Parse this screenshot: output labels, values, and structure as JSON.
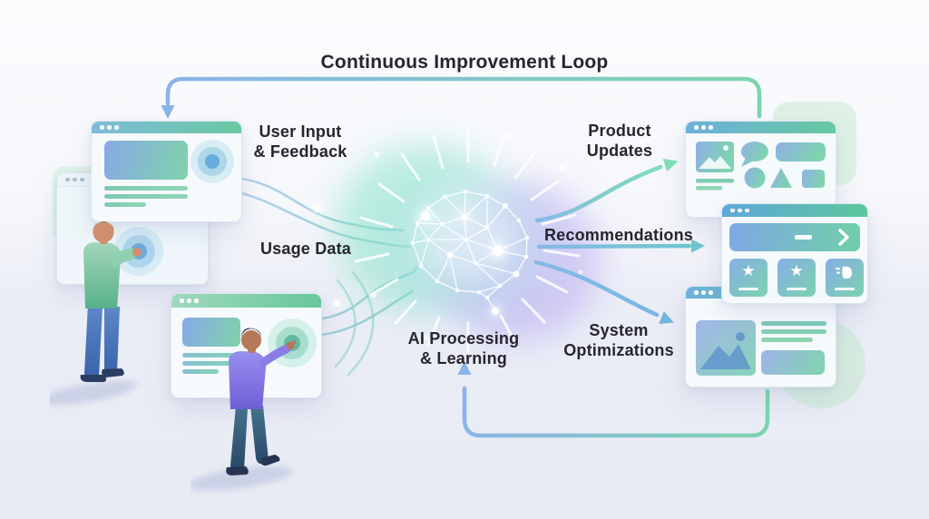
{
  "title": "Continuous Improvement Loop",
  "labels": {
    "user_input": {
      "lines": [
        "User Input",
        "& Feedback"
      ]
    },
    "usage_data": {
      "lines": [
        "Usage Data"
      ]
    },
    "ai_core": {
      "lines": [
        "AI Processing",
        "& Learning"
      ]
    },
    "product_updates": {
      "lines": [
        "Product",
        "Updates"
      ]
    },
    "recommendations": {
      "lines": [
        "Recommendations"
      ]
    },
    "system_optimizations": {
      "lines": [
        "System",
        "Optimizations"
      ]
    }
  },
  "glyphs": {
    "star": "★"
  },
  "colors": {
    "text": "#26262c",
    "loop_blue": "#89b4e8",
    "loop_green": "#7cd4ae",
    "arrow_green": "#7ee0b6",
    "arrow_blue": "#74b6e0",
    "glow_green": "#86e3c6",
    "glow_purple": "#b2a5f0",
    "header_blue": "#6cb0dd",
    "header_green": "#66c8a0",
    "content_gradient_start": "#88a9e6",
    "content_gradient_end": "#7fd3ab"
  }
}
